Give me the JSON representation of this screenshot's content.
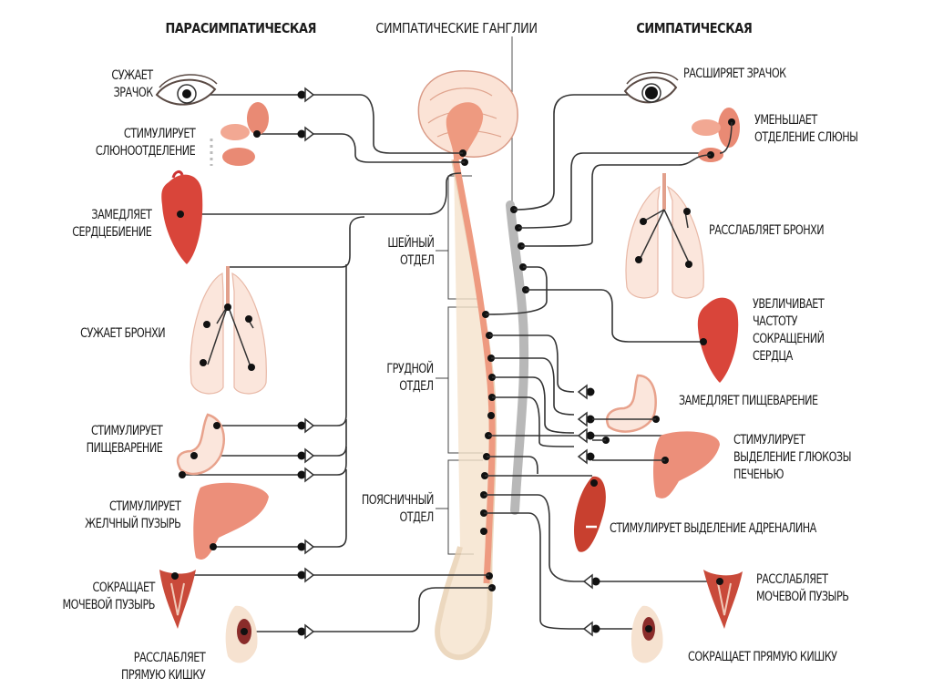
{
  "headers": {
    "parasympathetic": "ПАРАСИМПАТИЧЕСКАЯ",
    "ganglia": "СИМПАТИЧЕСКИЕ ГАНГЛИИ",
    "sympathetic": "СИМПАТИЧЕСКАЯ"
  },
  "spine_sections": {
    "cervical": "ШЕЙНЫЙ\nОТДЕЛ",
    "thoracic": "ГРУДНОЙ\nОТДЕЛ",
    "lumbar": "ПОЯСНИЧНЫЙ\nОТДЕЛ"
  },
  "parasympathetic": [
    {
      "organ": "eye",
      "effect": "СУЖАЕТ\nЗРАЧОК"
    },
    {
      "organ": "salivary-glands",
      "effect": "СТИМУЛИРУЕТ\nСЛЮНООТДЕЛЕНИЕ"
    },
    {
      "organ": "heart",
      "effect": "ЗАМЕДЛЯЕТ\nСЕРДЦЕБИЕНИЕ"
    },
    {
      "organ": "lungs",
      "effect": "СУЖАЕТ БРОНХИ"
    },
    {
      "organ": "stomach",
      "effect": "СТИМУЛИРУЕТ\nПИЩЕВАРЕНИЕ"
    },
    {
      "organ": "liver",
      "effect": "СТИМУЛИРУЕТ\nЖЕЛЧНЫЙ ПУЗЫРЬ"
    },
    {
      "organ": "bladder",
      "effect": "СОКРАЩАЕТ\nМОЧЕВОЙ ПУЗЫРЬ"
    },
    {
      "organ": "rectum",
      "effect": "РАССЛАБЛЯЕТ\nПРЯМУЮ КИШКУ"
    }
  ],
  "sympathetic": [
    {
      "organ": "eye",
      "effect": "РАСШИРЯЕТ ЗРАЧОК"
    },
    {
      "organ": "salivary-glands",
      "effect": "УМЕНЬШАЕТ\nОТДЕЛЕНИЕ СЛЮНЫ"
    },
    {
      "organ": "lungs",
      "effect": "РАССЛАБЛЯЕТ БРОНХИ"
    },
    {
      "organ": "heart",
      "effect": "УВЕЛИЧИВАЕТ\nЧАСТОТУ\nСОКРАЩЕНИЙ\nСЕРДЦА"
    },
    {
      "organ": "stomach",
      "effect": "ЗАМЕДЛЯЕТ ПИЩЕВАРЕНИЕ"
    },
    {
      "organ": "liver",
      "effect": "СТИМУЛИРУЕТ\nВЫДЕЛЕНИЕ ГЛЮКОЗЫ\nПЕЧЕНЬЮ"
    },
    {
      "organ": "adrenal-gland",
      "effect": "СТИМУЛИРУЕТ ВЫДЕЛЕНИЕ АДРЕНАЛИНА"
    },
    {
      "organ": "bladder",
      "effect": "РАССЛАБЛЯЕТ\nМОЧЕВОЙ ПУЗЫРЬ"
    },
    {
      "organ": "rectum",
      "effect": "СОКРАЩАЕТ ПРЯМУЮ КИШКУ"
    }
  ],
  "colors": {
    "nerve": "#3a3a3a",
    "spinal_cord": "#f0a080",
    "vertebrae": "#f3dcc0",
    "ganglion_chain": "#b8b8b8",
    "organ_red": "#d9533f",
    "organ_pink": "#f2b0a0",
    "organ_light": "#fbe6dc",
    "text": "#1c1c1c"
  }
}
